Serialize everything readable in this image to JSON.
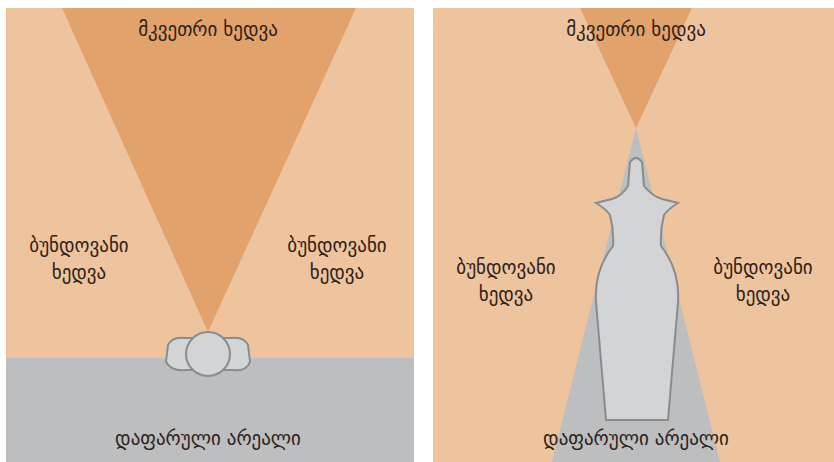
{
  "diagram": {
    "labels": [
      "მკვეთრი ხედვა",
      "ბუნდოვანი ხედვა",
      "ბუნდოვანი ხედვა",
      "დაფარული არეალი",
      "მკვეთრი ხედვა",
      "ბუნდოვანი ხედვა",
      "ბუნდოვანი ხედვა",
      "დაფარული არეალი"
    ]
  }
}
